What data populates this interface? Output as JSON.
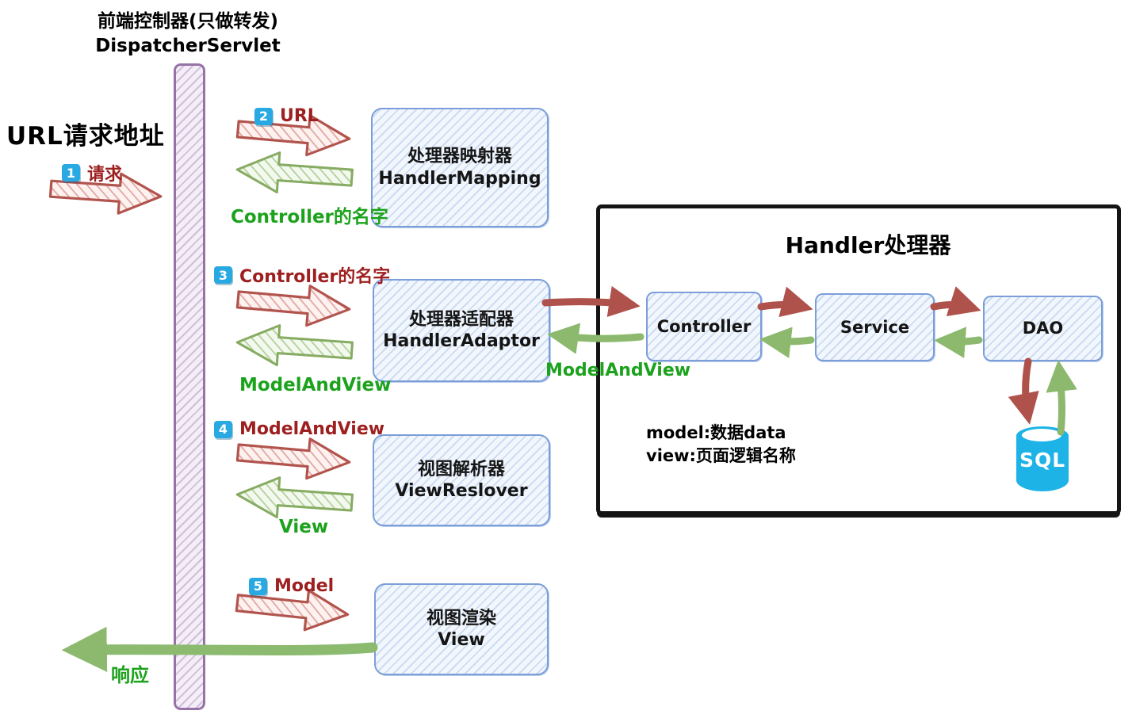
{
  "dispatcher": {
    "title_line1": "前端控制器(只做转发)",
    "title_line2": "DispatcherServlet"
  },
  "left_label": "URL请求地址",
  "steps": {
    "s1": {
      "num": "1",
      "label": "请求"
    },
    "s2": {
      "num": "2",
      "label": "URL",
      "return_label": "Controller的名字"
    },
    "s3": {
      "num": "3",
      "label": "Controller的名字",
      "return_label": "ModelAndView"
    },
    "s4": {
      "num": "4",
      "label": "ModelAndView",
      "return_label": "View"
    },
    "s5": {
      "num": "5",
      "label": "Model"
    }
  },
  "response_label": "响应",
  "boxes": {
    "mapping": {
      "line1": "处理器映射器",
      "line2": "HandlerMapping"
    },
    "adaptor": {
      "line1": "处理器适配器",
      "line2": "HandlerAdaptor"
    },
    "resolver": {
      "line1": "视图解析器",
      "line2": "ViewReslover"
    },
    "render": {
      "line1": "视图渲染",
      "line2": "View"
    }
  },
  "handler": {
    "title": "Handler处理器",
    "adaptor_return_label": "ModelAndView",
    "components": [
      {
        "label": "Controller"
      },
      {
        "label": "Service"
      },
      {
        "label": "DAO"
      }
    ],
    "note": {
      "line1": "model:数据data",
      "line2": "view:页面逻辑名称"
    },
    "db_label": "SQL"
  },
  "colors": {
    "arrow_red": "#b0524c",
    "arrow_red_fill": "#fdf2f0",
    "arrow_green": "#8cb96d",
    "arrow_green_fill": "#f3f9ee",
    "text_red": "#9e1f1f",
    "text_green": "#1ca21c",
    "badge_blue": "#29a9e1",
    "bar_purple": "#9673a6",
    "box_blue_border": "#7b9ed9",
    "box_blue_fill": "#f2f7fd",
    "db_cyan": "#1db3e7",
    "frame_black": "#141414"
  }
}
